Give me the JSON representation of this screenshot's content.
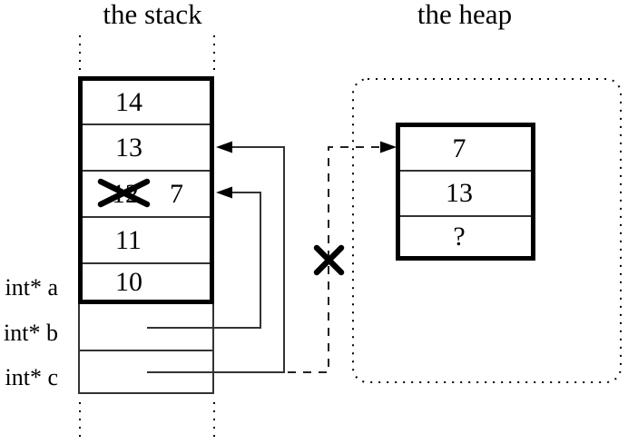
{
  "diagram": {
    "titles": {
      "stack": "the stack",
      "heap": "the heap"
    },
    "stack": {
      "cells": [
        {
          "value": "14"
        },
        {
          "value": "13"
        },
        {
          "old_value": "12",
          "new_value": "7",
          "crossed_out": true
        },
        {
          "value": "11"
        },
        {
          "value": "10"
        }
      ]
    },
    "heap": {
      "cells": [
        {
          "value": "7"
        },
        {
          "value": "13"
        },
        {
          "value": "?"
        }
      ]
    },
    "pointer_labels": {
      "a": "int* a",
      "b": "int* b",
      "c": "int* c"
    },
    "colors": {
      "ink": "#000000",
      "thin_line": "#333333",
      "background": "#ffffff"
    }
  }
}
